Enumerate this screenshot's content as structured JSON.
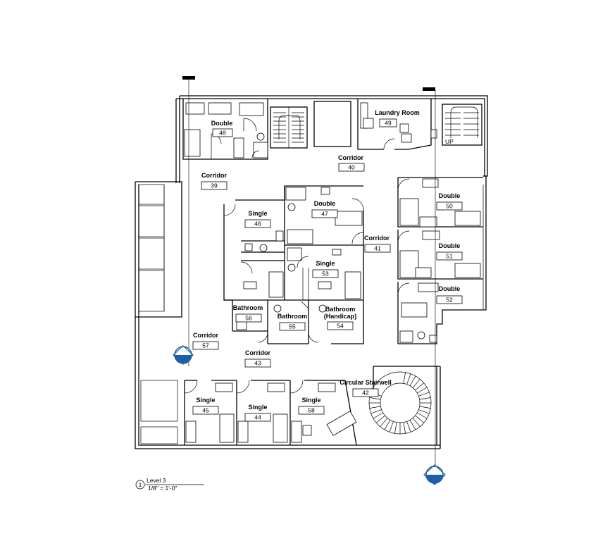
{
  "rooms": [
    {
      "id": "r48",
      "name": "Double",
      "number": "48"
    },
    {
      "id": "r49",
      "name": "Laundry Room",
      "number": "49"
    },
    {
      "id": "r40",
      "name": "Corridor",
      "number": "40"
    },
    {
      "id": "r39",
      "name": "Corridor",
      "number": "39"
    },
    {
      "id": "r46",
      "name": "Single",
      "number": "46"
    },
    {
      "id": "r47",
      "name": "Double",
      "number": "47"
    },
    {
      "id": "r41",
      "name": "Corridor",
      "number": "41"
    },
    {
      "id": "r50",
      "name": "Double",
      "number": "50"
    },
    {
      "id": "r51",
      "name": "Double",
      "number": "51"
    },
    {
      "id": "r52",
      "name": "Double",
      "number": "52"
    },
    {
      "id": "r53",
      "name": "Single",
      "number": "53"
    },
    {
      "id": "r56",
      "name": "Bathroom",
      "number": "56"
    },
    {
      "id": "r55",
      "name": "Bathroom",
      "number": "55"
    },
    {
      "id": "r54",
      "name": "Bathroom\n(Handicap)",
      "number": "54"
    },
    {
      "id": "r57",
      "name": "Corridor",
      "number": "57"
    },
    {
      "id": "r43",
      "name": "Corridor",
      "number": "43"
    },
    {
      "id": "r42",
      "name": "Circular Stairwell",
      "number": "42"
    },
    {
      "id": "r45",
      "name": "Single",
      "number": "45"
    },
    {
      "id": "r44",
      "name": "Single",
      "number": "44"
    },
    {
      "id": "r58",
      "name": "Single",
      "number": "58"
    }
  ],
  "view_title": {
    "marker": "1",
    "name": "Level 3",
    "scale": "1/8\" = 1'-0\""
  },
  "stair_label": "UP",
  "colors": {
    "line": "#000000",
    "section_marker": "#1f5fa8"
  }
}
